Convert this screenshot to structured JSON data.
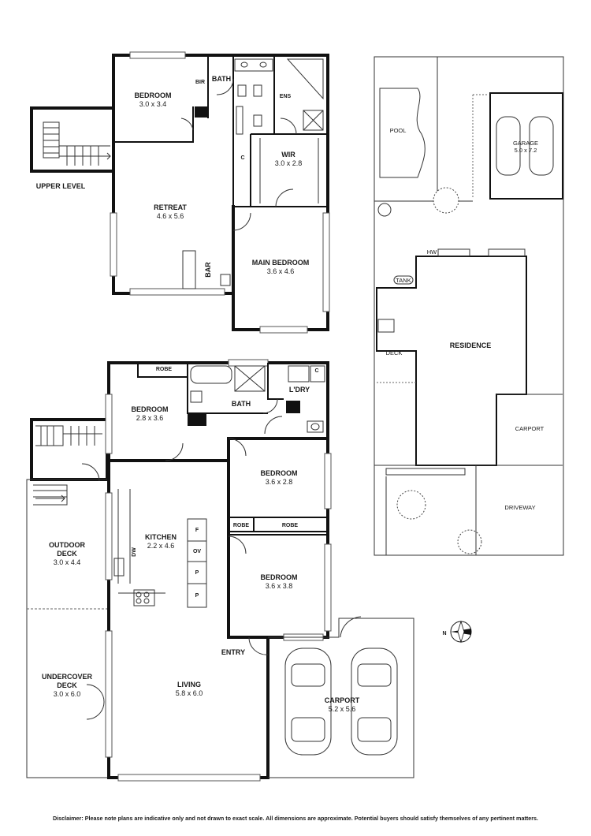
{
  "upper": {
    "level_label": "UPPER LEVEL",
    "bedroom": {
      "name": "BEDROOM",
      "dim": "3.0 x 3.4"
    },
    "bir": "BIR",
    "bath": "BATH",
    "ens": "ENS",
    "c": "C",
    "wir": {
      "name": "WIR",
      "dim": "3.0 x 2.8"
    },
    "retreat": {
      "name": "RETREAT",
      "dim": "4.6 x 5.6"
    },
    "bar": "BAR",
    "main_bedroom": {
      "name": "MAIN BEDROOM",
      "dim": "3.6 x 4.6"
    }
  },
  "lower": {
    "robe1": "ROBE",
    "bedroom1": {
      "name": "BEDROOM",
      "dim": "2.8 x 3.6"
    },
    "bath": "BATH",
    "c": "C",
    "ldry": "L'DRY",
    "bedroom2": {
      "name": "BEDROOM",
      "dim": "3.6 x 2.8"
    },
    "robe2": "ROBE",
    "robe3": "ROBE",
    "kitchen": {
      "name": "KITCHEN",
      "dim": "2.2 x 4.6"
    },
    "dw": "DW",
    "f": "F",
    "ov": "OV",
    "p1": "P",
    "p2": "P",
    "outdoor_deck": {
      "name1": "OUTDOOR",
      "name2": "DECK",
      "dim": "3.0 x 4.4"
    },
    "bedroom3": {
      "name": "BEDROOM",
      "dim": "3.6 x 3.8"
    },
    "entry": "ENTRY",
    "undercover_deck": {
      "name1": "UNDERCOVER",
      "name2": "DECK",
      "dim": "3.0 x 6.0"
    },
    "living": {
      "name": "LIVING",
      "dim": "5.8 x 6.0"
    },
    "carport": {
      "name": "CARPORT",
      "dim": "5.2 x 5.6"
    }
  },
  "site": {
    "pool": "POOL",
    "garage": {
      "name": "GARAGE",
      "dim": "5.0 x 7.2"
    },
    "hw": "HW",
    "tank": "TANK",
    "deck": "DECK",
    "residence": "RESIDENCE",
    "carport": "CARPORT",
    "driveway": "DRIVEWAY"
  },
  "compass": "N",
  "disclaimer": "Disclaimer: Please note plans are indicative only and not drawn to exact scale. All dimensions are approximate. Potential buyers should satisfy themselves of any pertinent matters."
}
